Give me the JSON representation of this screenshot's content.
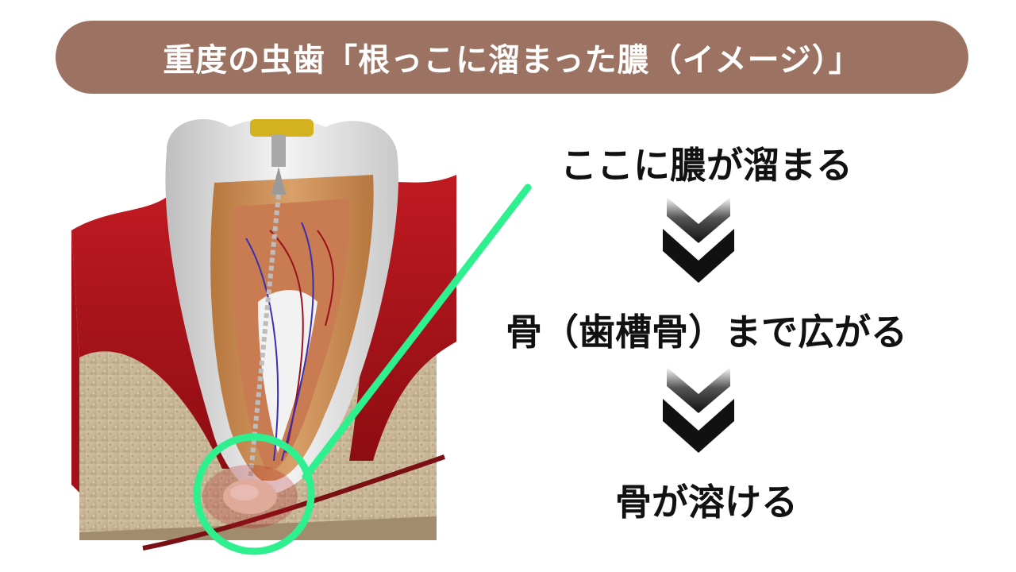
{
  "title": "重度の虫歯「根っこに溜まった膿（イメージ）」",
  "steps": [
    "ここに膿が溜まる",
    "骨（歯槽骨）まで広がる",
    "骨が溶ける"
  ],
  "colors": {
    "banner": "#9c7262",
    "callout": "#2ef08f",
    "arrow": "#111111",
    "gum": "#b0141b",
    "bone": "#c9b69a",
    "enamel": "#e8e8e8",
    "dentin": "#c79060"
  },
  "icons": [
    "chevron-down-icon",
    "chevron-down-icon"
  ]
}
